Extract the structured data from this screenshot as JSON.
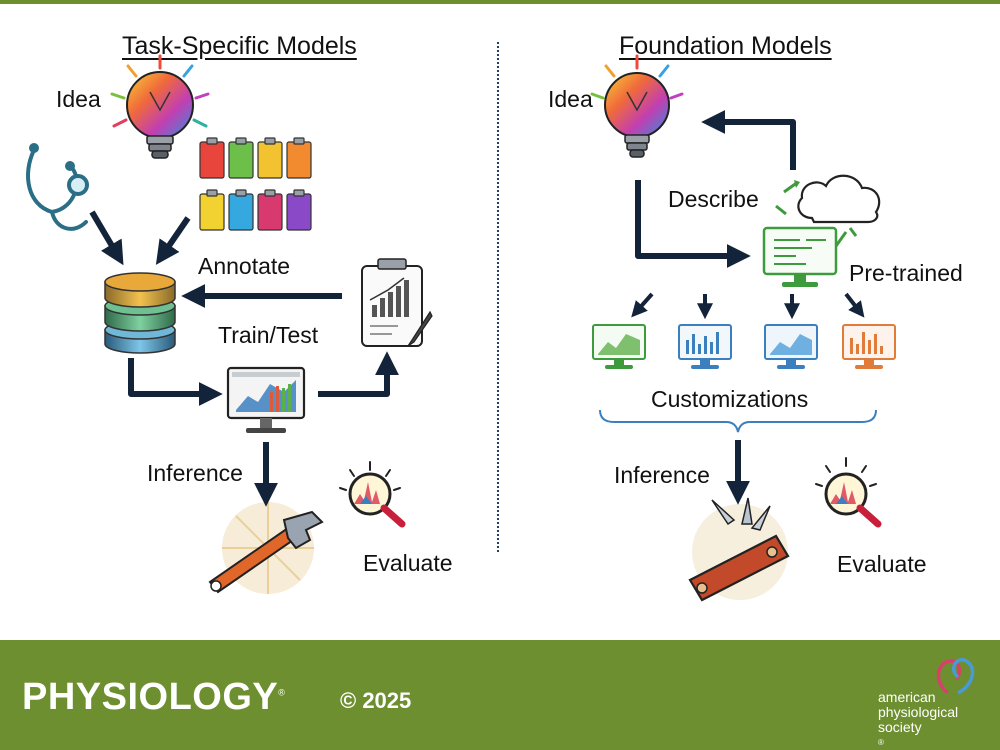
{
  "left": {
    "heading": "Task-Specific Models",
    "idea": "Idea",
    "annotate": "Annotate",
    "train_test": "Train/Test",
    "inference": "Inference",
    "evaluate": "Evaluate"
  },
  "right": {
    "heading": "Foundation Models",
    "idea": "Idea",
    "describe": "Describe",
    "pretrained": "Pre-trained",
    "customizations": "Customizations",
    "inference": "Inference",
    "evaluate": "Evaluate"
  },
  "footer": {
    "journal": "PHYSIOLOGY",
    "journal_mark": "®",
    "copyright": "© 2025",
    "society_line1": "american",
    "society_line2": "physiological",
    "society_line3": "society",
    "society_mark": "®"
  },
  "colors": {
    "footer_green": "#6d8f2f",
    "arrow": "#13243a",
    "divider": "#1e3f66",
    "monitor_green": "#3d9a3d",
    "monitor_blue": "#3c7fbf",
    "monitor_orange": "#e07b3a"
  },
  "icons": [
    "lightbulb-icon",
    "stethoscope-icon",
    "clipboards-icon",
    "database-icon",
    "clipboard-chart-icon",
    "monitor-chart-icon",
    "wrench-icon",
    "magnifier-chart-icon",
    "cloud-icon",
    "multitool-icon"
  ]
}
